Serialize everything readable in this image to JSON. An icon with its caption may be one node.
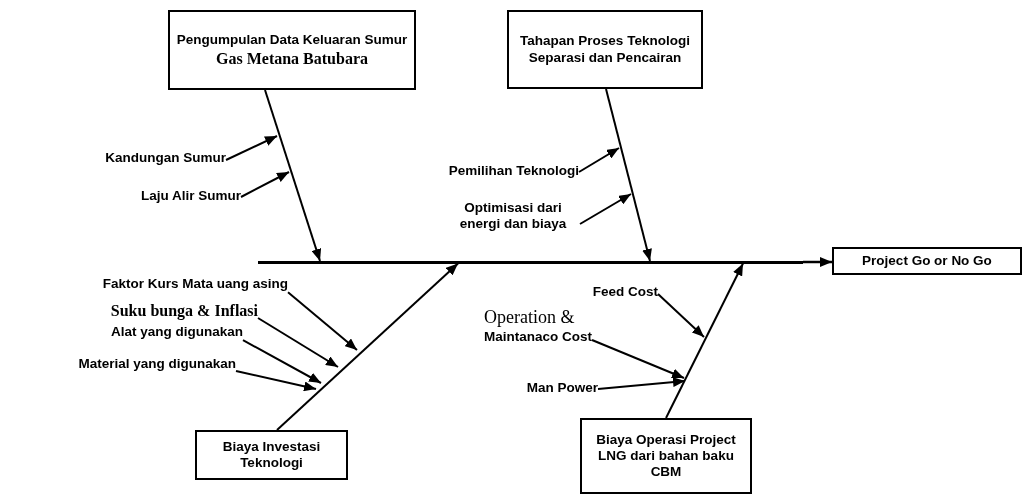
{
  "diagram": {
    "nodes": [
      {
        "text": [
          "Pengumpulan Data Keluaran Sumur",
          "Gas Metana Batubara"
        ]
      },
      {
        "text": [
          "Tahapan Proses Teknologi Separasi dan Pencairan"
        ]
      },
      {
        "text": [
          "Biaya Investasi Teknologi"
        ]
      },
      {
        "text": [
          "Biaya Operasi Project LNG dari bahan baku CBM"
        ]
      },
      {
        "text": [
          "Project Go or No Go"
        ]
      },
      {
        "text": [
          "Kandungan Sumur"
        ]
      },
      {
        "text": [
          "Laju Alir Sumur"
        ]
      },
      {
        "text": [
          "Pemilihan Teknologi"
        ]
      },
      {
        "text": [
          "Optimisasi dari energi dan biaya"
        ]
      },
      {
        "text": [
          "Faktor Kurs Mata uang asing"
        ]
      },
      {
        "text": [
          "Suku bunga & Inflasi"
        ]
      },
      {
        "text": [
          "Alat yang digunakan"
        ]
      },
      {
        "text": [
          "Material yang digunakan"
        ]
      },
      {
        "text": [
          "Feed Cost"
        ]
      },
      {
        "text": [
          "Operation &",
          "Maintanaco Cost"
        ]
      },
      {
        "text": [
          "Man Power"
        ]
      },
      {
        "text": [],
        "shape": "bar"
      }
    ],
    "edges": [
      {
        "from": 16,
        "to": 4,
        "arrow": "to"
      },
      {
        "from": 0,
        "to": 16,
        "arrow": "to"
      },
      {
        "from": 1,
        "to": 16,
        "arrow": "to"
      },
      {
        "from": 2,
        "to": 16,
        "arrow": "to"
      },
      {
        "from": 3,
        "to": 16,
        "arrow": "to"
      },
      {
        "from": 5,
        "to": null,
        "arrow": "to"
      },
      {
        "from": 6,
        "to": null,
        "arrow": "to"
      },
      {
        "from": 7,
        "to": null,
        "arrow": "to"
      },
      {
        "from": 8,
        "to": null,
        "arrow": "to"
      },
      {
        "from": 9,
        "to": null,
        "arrow": "to"
      },
      {
        "from": 10,
        "to": null,
        "arrow": "to"
      },
      {
        "from": 11,
        "to": null,
        "arrow": "to"
      },
      {
        "from": 12,
        "to": null,
        "arrow": "to"
      },
      {
        "from": 13,
        "to": null,
        "arrow": "to"
      },
      {
        "from": 14,
        "to": null,
        "arrow": "to"
      },
      {
        "from": 15,
        "to": null,
        "arrow": "to"
      }
    ]
  }
}
